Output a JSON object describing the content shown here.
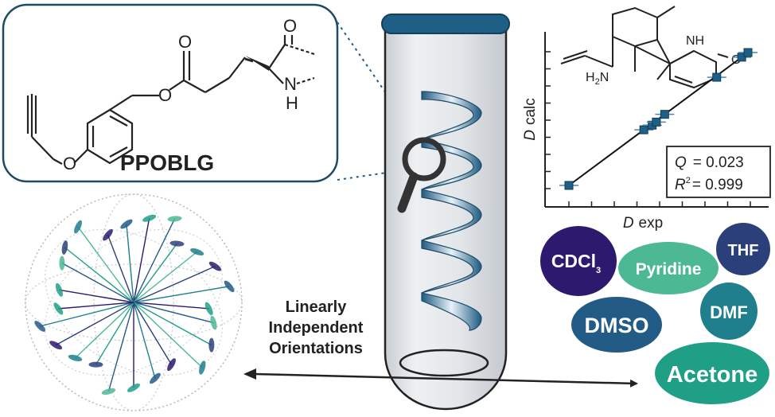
{
  "polymer": {
    "name": "PPOBLG",
    "atom_O": "O",
    "atom_N": "N",
    "atom_H": "H"
  },
  "orientations": {
    "line1": "Linearly",
    "line2": "Independent",
    "line3": "Orientations"
  },
  "plot": {
    "xlabel_var": "D",
    "xlabel_unit": "exp",
    "ylabel_var": "D",
    "ylabel_unit": "calc",
    "q_var": "Q",
    "q_value": "= 0.023",
    "r2_var": "R",
    "r2_sup": "2",
    "r2_value": "= 0.999",
    "molecule": {
      "nh": "NH",
      "o": "O",
      "h2n": "H",
      "h2n_sub": "2",
      "h2n_n": "N"
    }
  },
  "chart_data": {
    "type": "scatter",
    "x": [
      1.0,
      4.6,
      5.0,
      5.2,
      5.6,
      8.1,
      9.3,
      9.6
    ],
    "y": [
      1.0,
      4.6,
      4.9,
      5.1,
      5.6,
      8.0,
      9.3,
      9.6
    ],
    "xlabel": "D exp",
    "ylabel": "D calc",
    "annotations": [
      "Q = 0.023",
      "R2 = 0.999"
    ],
    "fit": "linear"
  },
  "solvents": [
    {
      "name": "CDCl",
      "sub": "3",
      "color": "#2d1a6e"
    },
    {
      "name": "Pyridine",
      "color": "#4cb894"
    },
    {
      "name": "THF",
      "color": "#2b3f7a"
    },
    {
      "name": "DMF",
      "color": "#1f7f8c"
    },
    {
      "name": "DMSO",
      "color": "#235b87"
    },
    {
      "name": "Acetone",
      "color": "#1fa086"
    }
  ],
  "colors": {
    "tube_cap": "#1e5f86",
    "helix": "#2f6f95",
    "tube_body": "#e2e6ea",
    "ink": "#222222"
  }
}
